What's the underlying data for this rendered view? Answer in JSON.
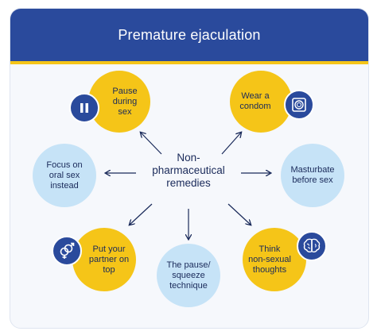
{
  "title": "Premature ejaculation",
  "center_label": "Non-\npharmaceutical\nremedies",
  "remedies": {
    "pause": "Pause\nduring\nsex",
    "condom": "Wear a\ncondom",
    "oral": "Focus on\noral sex\ninstead",
    "masturbate": "Masturbate\nbefore sex",
    "partner": "Put your\npartner on\ntop",
    "squeeze": "The pause/\nsqueeze\ntechnique",
    "thoughts": "Think\nnon-sexual\nthoughts"
  },
  "icons": {
    "pause": "pause-icon",
    "condom": "condom-icon",
    "partner": "gender-symbols-icon",
    "thoughts": "brain-icon"
  },
  "colors": {
    "header": "#2a4a9c",
    "accent_yellow": "#f5c518",
    "light_blue": "#c6e3f7",
    "text": "#1a2a5a"
  }
}
